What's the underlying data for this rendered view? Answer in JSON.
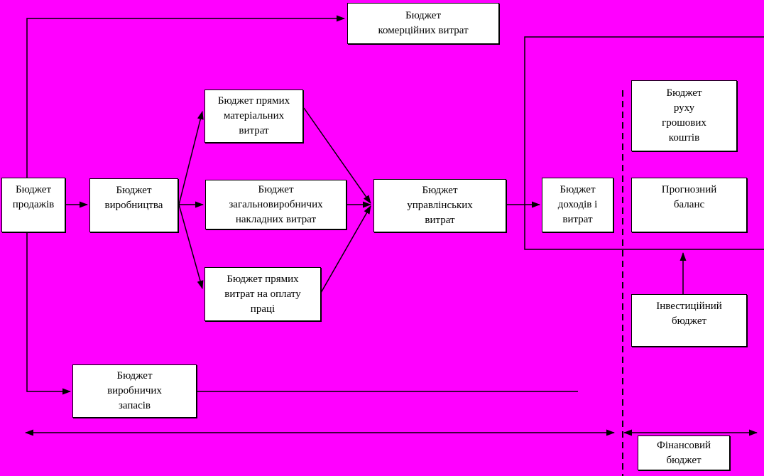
{
  "colors": {
    "background": "#FF00FF",
    "box_fill": "#FFFFFF",
    "line": "#000000",
    "text": "#000000"
  },
  "boxes": {
    "commercial": {
      "label": "Бюджет\nкомерційних витрат"
    },
    "sales": {
      "label": "Бюджет\nпродажів"
    },
    "production": {
      "label": "Бюджет\nвиробництва"
    },
    "materials": {
      "label": "Бюджет прямих\nматеріальних\nвитрат"
    },
    "overhead": {
      "label": "Бюджет\nзагальновиробничих\nнакладних витрат"
    },
    "labor": {
      "label": "Бюджет прямих\nвитрат на оплату\nпраці"
    },
    "management": {
      "label": "Бюджет\nуправлінських\nвитрат"
    },
    "income": {
      "label": "Бюджет\nдоходів і\nвитрат"
    },
    "cashflow": {
      "label": "Бюджет\nруху\nгрошових\nкоштів"
    },
    "balance": {
      "label": "Прогнозний\nбаланс"
    },
    "investment": {
      "label": "Інвестиційний\nбюджет"
    },
    "inventory": {
      "label": "Бюджет\nвиробничих\nзапасів"
    },
    "financial": {
      "label": "Фінансовий\nбюджет"
    }
  }
}
